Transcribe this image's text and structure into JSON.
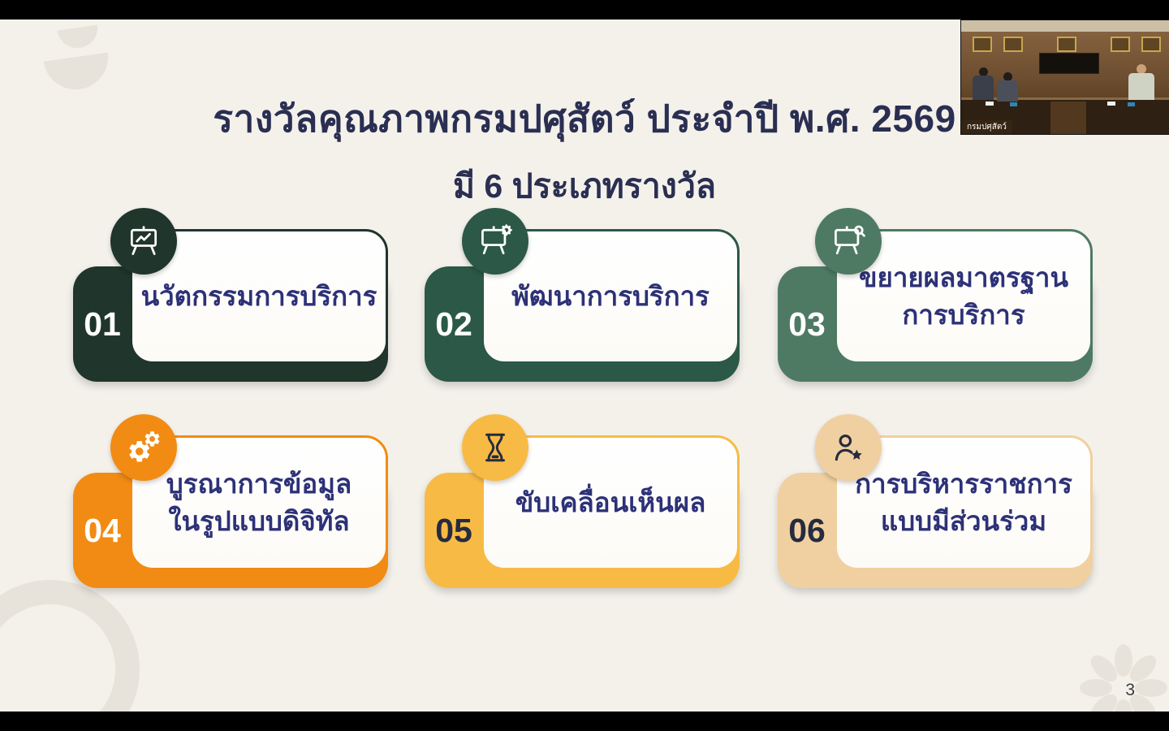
{
  "slide": {
    "title_line1": "รางวัลคุณภาพกรมปศุสัตว์ ประจำปี พ.ศ. 2569",
    "title_line2": "มี 6 ประเภทรางวัล",
    "title_color": "#2a2f52",
    "background_color": "#f4f1eb",
    "label_color": "#2d3178",
    "page_number": "3",
    "cards": [
      {
        "number": "01",
        "line1": "นวัตกรรมการบริการ",
        "line2": "",
        "color": "#20352c",
        "number_color": "#ffffff",
        "icon": "presentation-chart-icon",
        "icon_color": "#ffffff"
      },
      {
        "number": "02",
        "line1": "พัฒนาการบริการ",
        "line2": "",
        "color": "#2c5847",
        "number_color": "#ffffff",
        "icon": "presentation-gear-icon",
        "icon_color": "#ffffff"
      },
      {
        "number": "03",
        "line1": "ขยายผลมาตรฐาน",
        "line2": "การบริการ",
        "color": "#4e7a63",
        "number_color": "#ffffff",
        "icon": "presentation-search-icon",
        "icon_color": "#ffffff"
      },
      {
        "number": "04",
        "line1": "บูรณาการข้อมูล",
        "line2": "ในรูปแบบดิจิทัล",
        "color": "#f28b13",
        "number_color": "#ffffff",
        "icon": "gears-icon",
        "icon_color": "#ffffff"
      },
      {
        "number": "05",
        "line1": "ขับเคลื่อนเห็นผล",
        "line2": "",
        "color": "#f7bb45",
        "number_color": "#262b3f",
        "icon": "hourglass-icon",
        "icon_color": "#262b3f"
      },
      {
        "number": "06",
        "line1": "การบริหารราชการ",
        "line2": "แบบมีส่วนร่วม",
        "color": "#f0d0a0",
        "number_color": "#262b3f",
        "icon": "person-star-icon",
        "icon_color": "#262b3f"
      }
    ]
  },
  "webcam": {
    "label": "กรมปศุสัตว์"
  }
}
